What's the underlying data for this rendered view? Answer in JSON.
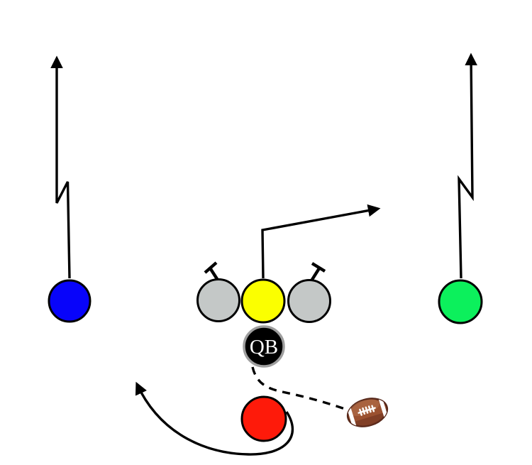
{
  "canvas": {
    "background": "#ffffff"
  },
  "route_color": "#000000",
  "qb": {
    "label": "QB",
    "fill": "#000000",
    "ring_color": "#9e9e9e",
    "text_color": "#ffffff"
  },
  "players": {
    "receiver_left": {
      "color": "#0804fa",
      "outline": "#000000",
      "route": "zigzag fly route straight up"
    },
    "lineman_left": {
      "color": "#c4c8c7",
      "outline": "#000000",
      "assignment": "block left (T mark)"
    },
    "center": {
      "color": "#fbff00",
      "outline": "#000000",
      "route": "release up then break out right"
    },
    "lineman_right": {
      "color": "#c4c8c7",
      "outline": "#000000",
      "assignment": "block right (T mark)"
    },
    "receiver_right": {
      "color": "#0cf05c",
      "outline": "#000000",
      "route": "zigzag fly route straight up"
    },
    "runningback": {
      "color": "#fe1a0a",
      "outline": "#000000",
      "route": "swing route curling left"
    }
  },
  "handoff": {
    "style": "dashed",
    "from": "QB",
    "to": "football"
  },
  "football": {
    "icon": "football-icon",
    "body_color": "#9b5130",
    "shade_color": "#6f3320",
    "highlight_color": "#b5734f",
    "stripe_color": "#ffffff",
    "lace_color": "#ffffff",
    "outline_color": "#57281a"
  }
}
